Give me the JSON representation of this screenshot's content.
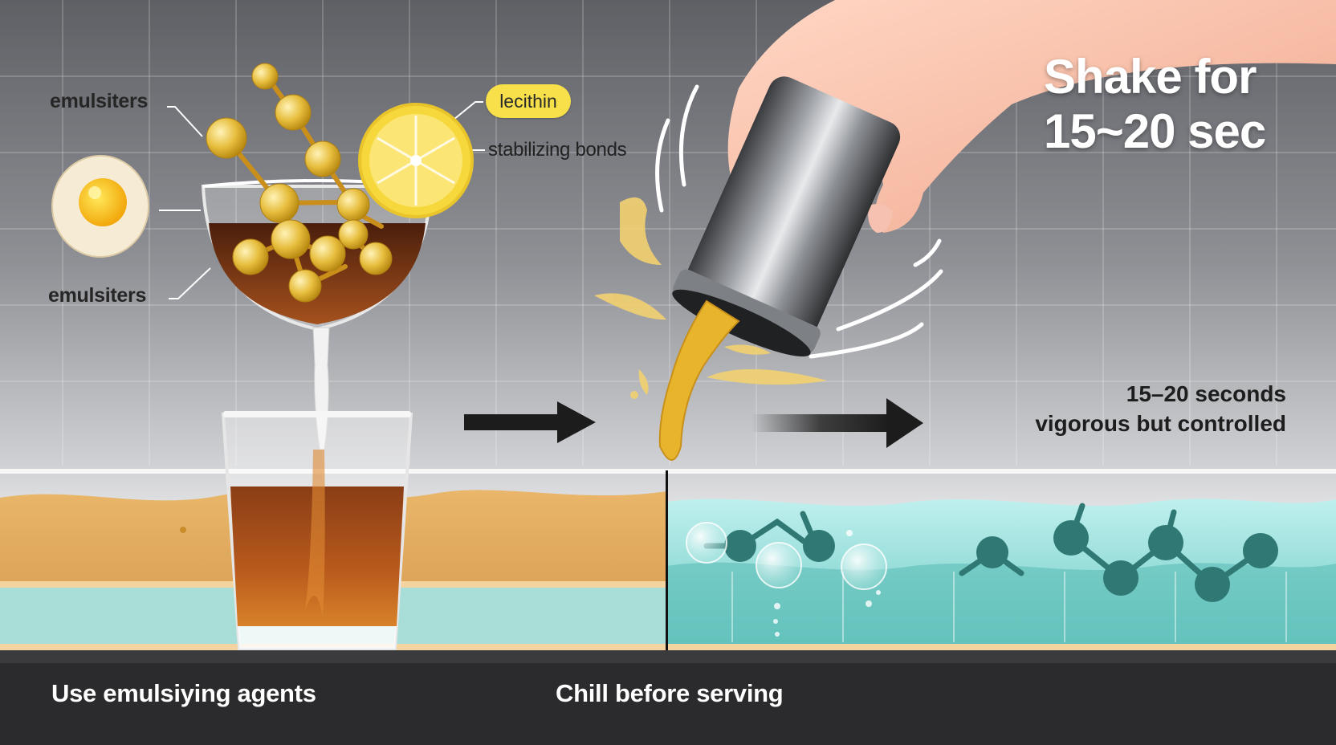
{
  "labels": {
    "emulsifiers_top": "emulsiters",
    "emulsifiers_bottom": "emulsiters",
    "lecithin": "lecithin",
    "stabilizing": "stabilizing bonds"
  },
  "headline": {
    "line1": "Shake for",
    "line2": "15~20 sec"
  },
  "shake_note": {
    "line1": "15–20 seconds",
    "line2": "vigorous but controlled"
  },
  "captions": {
    "left": "Use emulsiying agents",
    "middle": "Chill before serving"
  },
  "colors": {
    "background_top": "#5f6166",
    "background_bottom": "#e6e7e9",
    "bottom_bar": "#2b2b2d",
    "amber_liquid": "#b5561a",
    "foam_band": "#e8b868",
    "water": "#9ee1de",
    "molecule_teal": "#2f7873",
    "lemon": "#f6d63a",
    "pill": "#f8e04a"
  },
  "icons": [
    "egg-icon",
    "lemon-slice-icon",
    "molecule-icon",
    "arrow-right-icon",
    "hand-icon",
    "shaker-icon"
  ]
}
